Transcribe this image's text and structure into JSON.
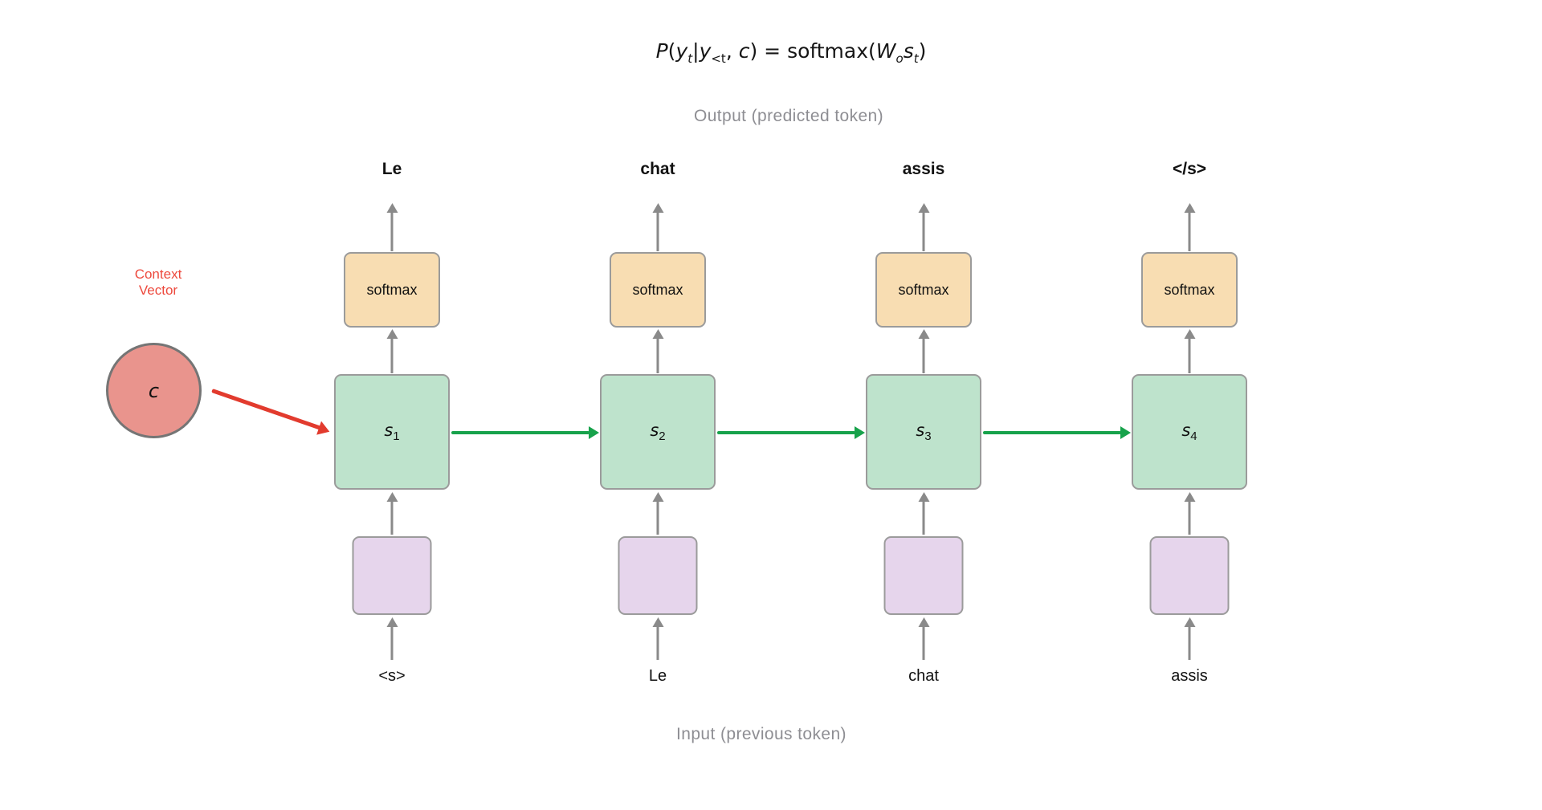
{
  "formula": {
    "parts": [
      {
        "t": "P"
      },
      {
        "t": "("
      },
      {
        "t": "y"
      },
      {
        "t": "t"
      },
      {
        "t": "|"
      },
      {
        "t": "y"
      },
      {
        "t": "<t"
      },
      {
        "t": ", "
      },
      {
        "t": "c"
      },
      {
        "t": ") = softmax("
      },
      {
        "t": "W"
      },
      {
        "t": "o"
      },
      {
        "t": "s"
      },
      {
        "t": "t"
      },
      {
        "t": ")"
      }
    ]
  },
  "labels": {
    "output_axis": "Output (predicted token)",
    "input_axis": "Input (previous token)",
    "context_line1": "Context",
    "context_line2": "Vector",
    "context_symbol": "c"
  },
  "columns": [
    {
      "output_token": "Le",
      "softmax_label": "softmax",
      "state_symbol": "s",
      "state_index": "1",
      "input_token": "<s>"
    },
    {
      "output_token": "chat",
      "softmax_label": "softmax",
      "state_symbol": "s",
      "state_index": "2",
      "input_token": "Le"
    },
    {
      "output_token": "assis",
      "softmax_label": "softmax",
      "state_symbol": "s",
      "state_index": "3",
      "input_token": "chat"
    },
    {
      "output_token": "</s>",
      "softmax_label": "softmax",
      "state_symbol": "s",
      "state_index": "4",
      "input_token": "assis"
    }
  ],
  "colors": {
    "softmax_fill": "#f8ddb2",
    "state_fill": "#bee3cc",
    "embedding_fill": "#e6d5ec",
    "context_fill": "#e9948d",
    "context_text_red": "#ed493d",
    "red_arrow": "#e23b2e",
    "green_arrow": "#17a24b",
    "gray_arrow": "#8a8a8a",
    "axis_label_gray": "#8e8e93",
    "box_border_gray": "#9b9b9b"
  }
}
